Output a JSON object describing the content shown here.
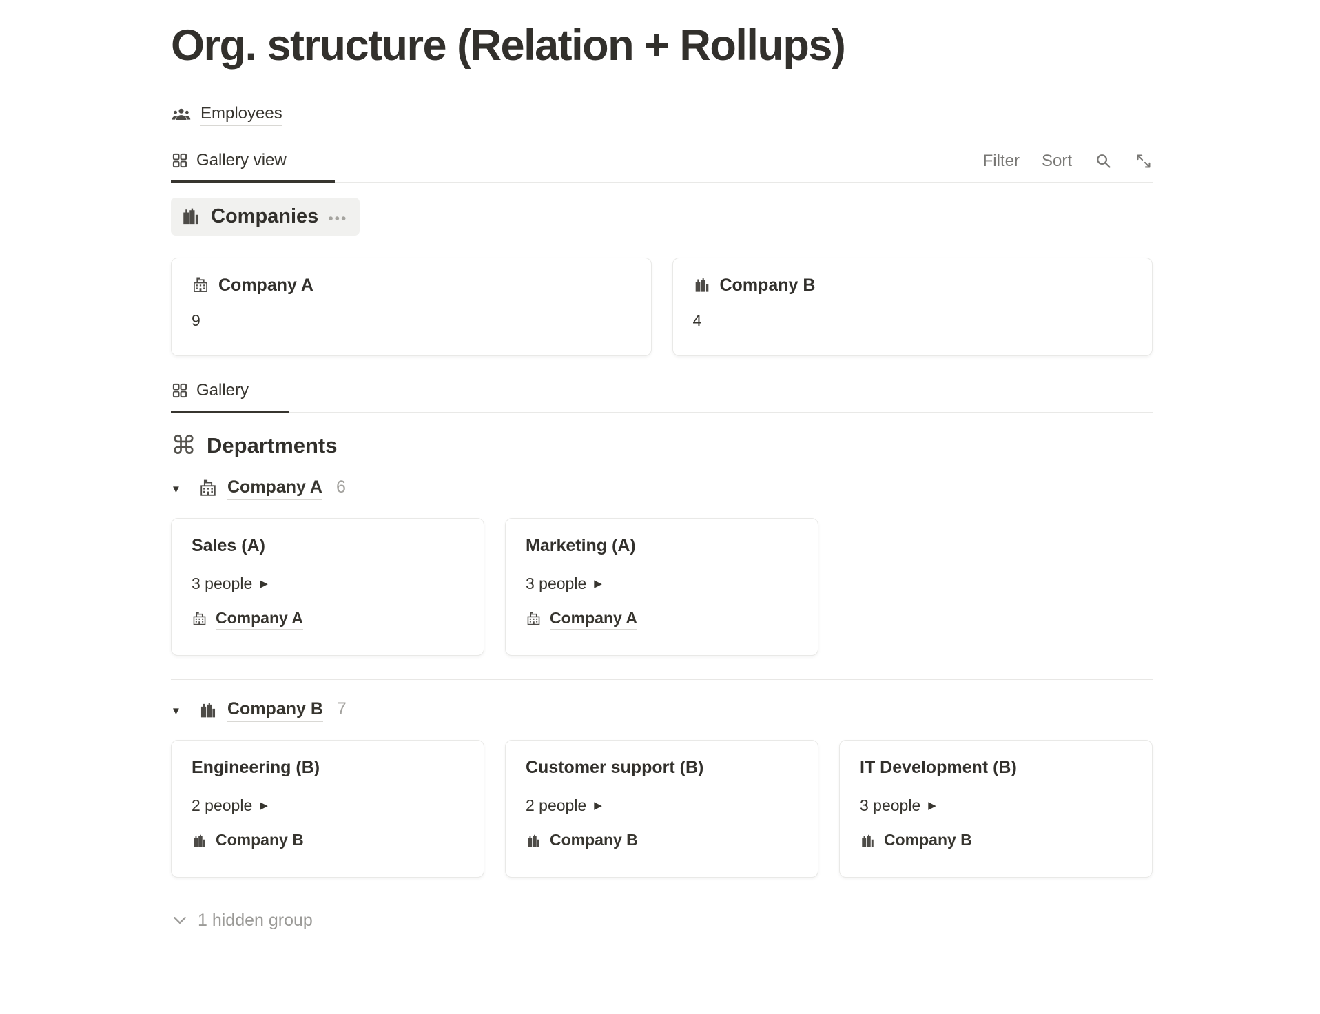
{
  "colors": {
    "text": "#37352f",
    "secondary_text": "#787774",
    "muted_text": "#9b9a97",
    "card_border": "#e9e9e7",
    "pill_background": "#f1f1ef",
    "tab_underline": "#37352f"
  },
  "page": {
    "title": "Org. structure (Relation + Rollups)"
  },
  "breadcrumb": {
    "employees_label": "Employees"
  },
  "tabs": {
    "gallery_view_label": "Gallery view",
    "gallery_label": "Gallery"
  },
  "toolbar": {
    "filter_label": "Filter",
    "sort_label": "Sort"
  },
  "companies": {
    "title": "Companies",
    "cards": [
      {
        "name": "Company A",
        "count": "9"
      },
      {
        "name": "Company B",
        "count": "4"
      }
    ]
  },
  "departments": {
    "title": "Departments",
    "groups": [
      {
        "company": "Company A",
        "count": "6",
        "cards": [
          {
            "title": "Sales (A)",
            "people": "3 people",
            "company": "Company A"
          },
          {
            "title": "Marketing (A)",
            "people": "3 people",
            "company": "Company A"
          }
        ]
      },
      {
        "company": "Company B",
        "count": "7",
        "cards": [
          {
            "title": "Engineering (B)",
            "people": "2 people",
            "company": "Company B"
          },
          {
            "title": "Customer support (B)",
            "people": "2 people",
            "company": "Company B"
          },
          {
            "title": "IT Development (B)",
            "people": "3 people",
            "company": "Company B"
          }
        ]
      }
    ],
    "hidden_label": "1 hidden group"
  },
  "icons": {
    "command_glyph": "⌘",
    "more_glyph": "•••",
    "triangle_down_glyph": "▼",
    "triangle_right_glyph": "▶"
  }
}
